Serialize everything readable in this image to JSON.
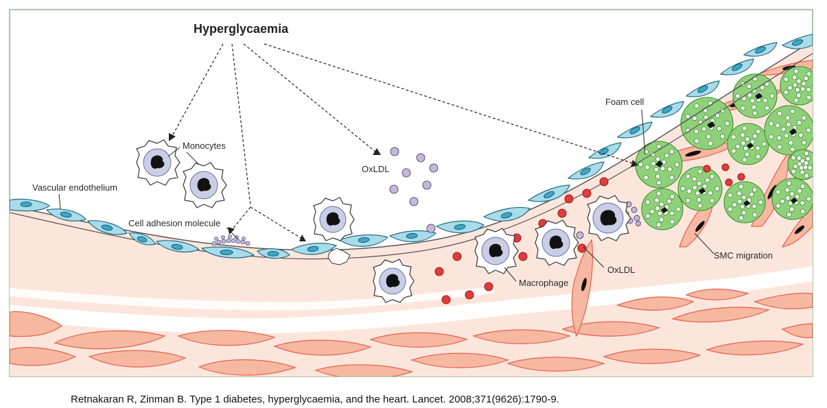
{
  "diagram": {
    "title": "Hyperglycaemia",
    "labels": {
      "monocytes": "Monocytes",
      "vascular_endothelium": "Vascular endothelium",
      "cell_adhesion_molecule": "Cell adhesion molecule",
      "oxldl_top": "OxLDL",
      "foam_cell": "Foam cell",
      "macrophage": "Macrophage",
      "oxldl_bottom": "OxLDL",
      "smc_migration": "SMC migration"
    },
    "colors": {
      "endothelium": "#a8dcea",
      "intima": "#fce6dc",
      "smooth_muscle": "#f7b8a2",
      "foam_cell": "#8fd17a",
      "ldl_particle": "#c4b8d8",
      "oxidised_particle": "#e23b3b",
      "monocyte": "#c9cde6"
    }
  },
  "citation": "Retnakaran R, Zinman B. Type 1 diabetes, hyperglycaemia, and the heart. Lancet. 2008;371(9626):1790-9."
}
